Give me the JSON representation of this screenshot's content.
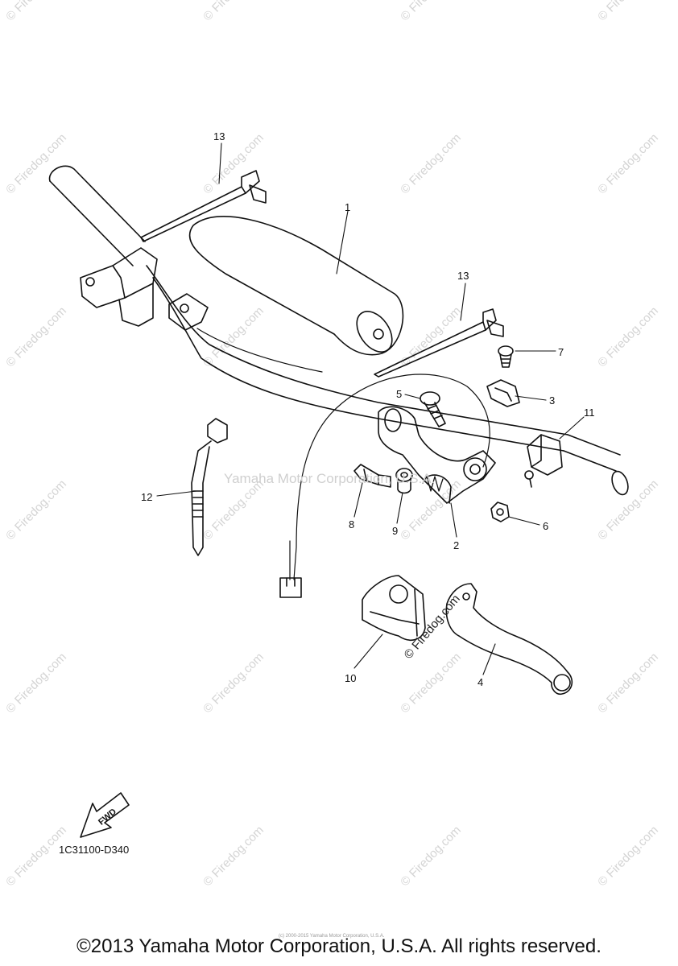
{
  "watermark_text": "© Firedog.com",
  "center_watermark": "Yamaha Motor Corporation, U.S.A.",
  "diagram_code": "1C31100-D340",
  "fwd_label": "FWD",
  "fine_print": "(c) 2000-2015 Yamaha Motor Corporation, U.S.A.",
  "copyright": "©2013 Yamaha Motor Corporation, U.S.A. All rights reserved.",
  "callouts": {
    "c1": "1",
    "c2": "2",
    "c3": "3",
    "c4": "4",
    "c5": "5",
    "c6": "6",
    "c7": "7",
    "c8": "8",
    "c9": "9",
    "c10": "10",
    "c11": "11",
    "c12": "12",
    "c13a": "13",
    "c13b": "13"
  },
  "colors": {
    "ink": "#111111",
    "watermark": "#d4d4d4"
  }
}
